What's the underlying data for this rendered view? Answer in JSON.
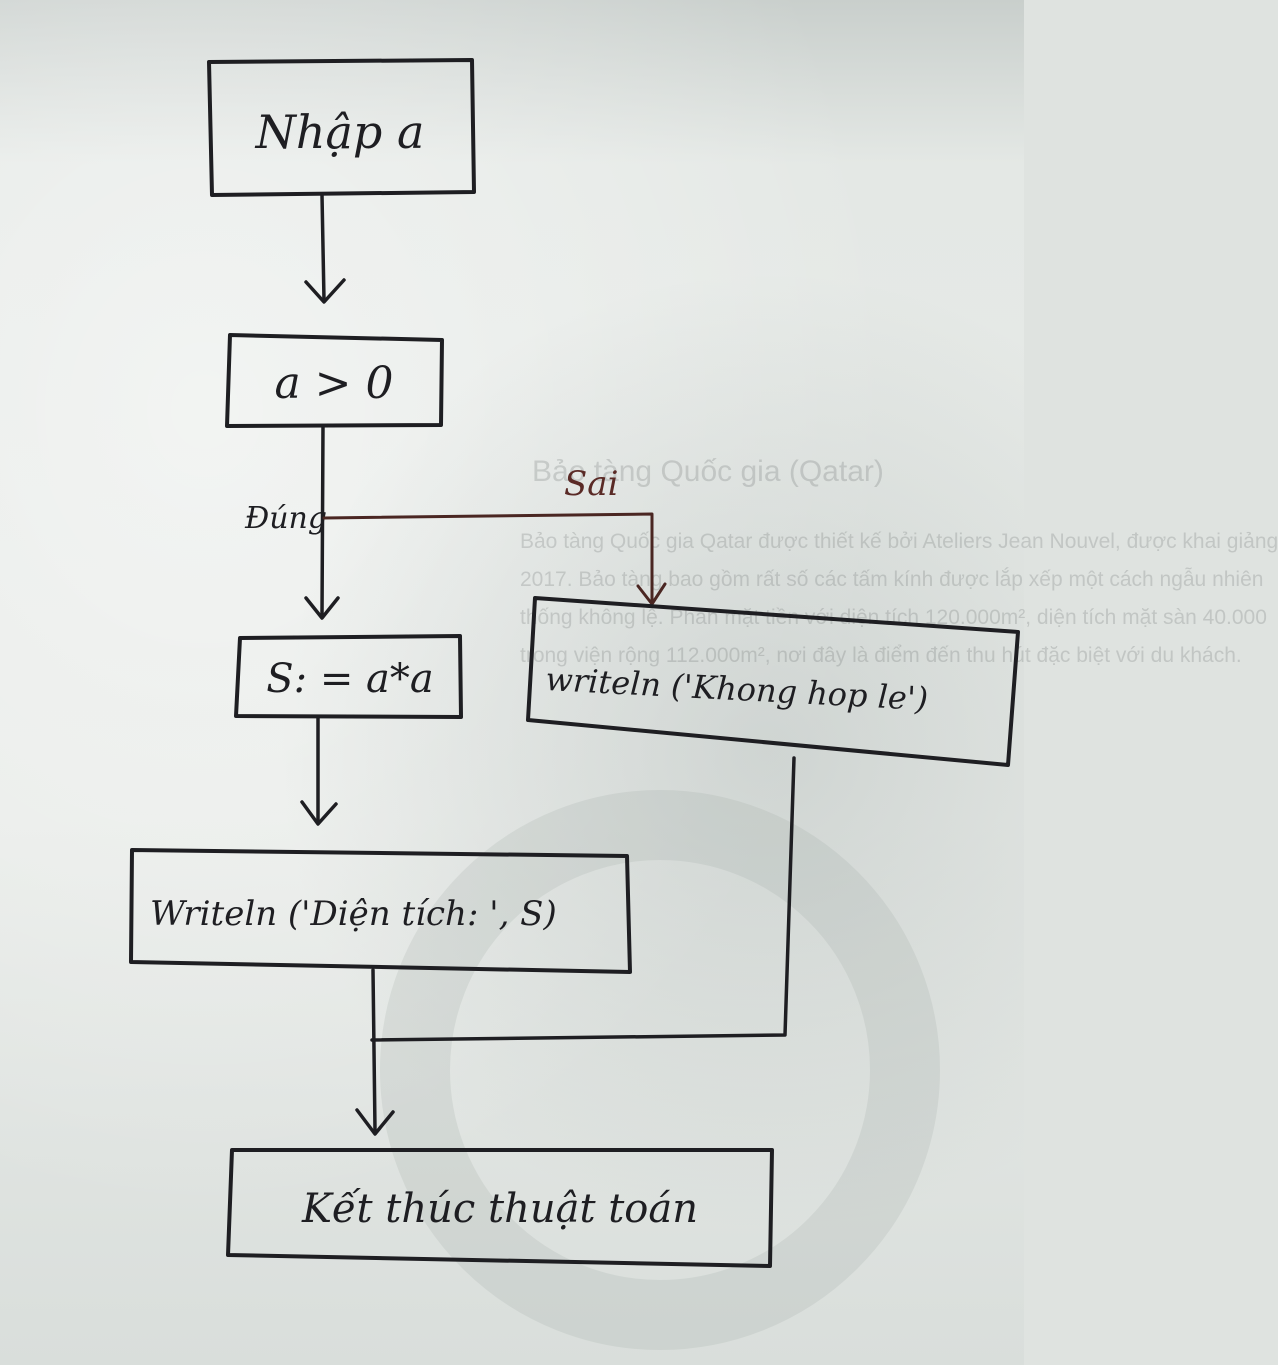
{
  "flowchart": {
    "input_step": "Nhập a",
    "condition": "a > 0",
    "true_label": "Đúng",
    "false_label": "Sai",
    "assign_step": "S: = a*a",
    "false_output": "writeln ('Khong hop le')",
    "true_output": "Writeln ('Diện tích: ', S)",
    "end_step": "Kết thúc thuật toán"
  },
  "background_text": {
    "title": "Bảo tàng Quốc gia (Qatar)",
    "lines": [
      "Bảo tàng Quốc gia Qatar được thiết kế bởi Ateliers Jean Nouvel, được khai giảng",
      "2017. Bảo tàng bao gồm rất số các tấm kính được lắp xếp một cách ngẫu nhiên",
      "thống không lệ. Phần mặt tiền với diện tích 120.000m², diện tích mặt sàn 40.000",
      "trong viện rộng 112.000m², nơi đây là điểm đến thu hút đặc biệt với du khách."
    ]
  }
}
